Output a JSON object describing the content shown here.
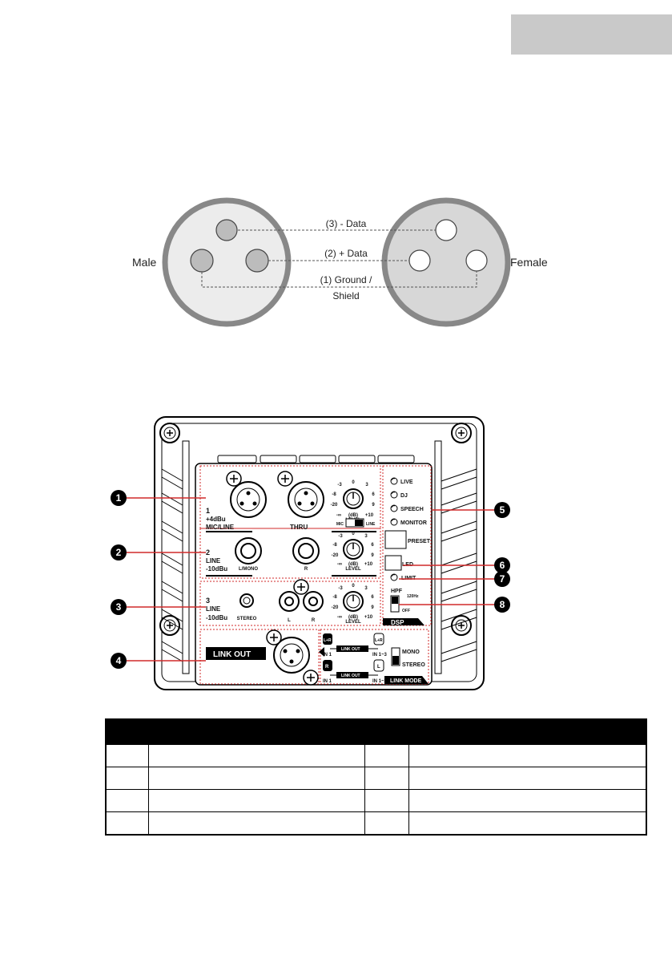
{
  "xlr_diagram": {
    "male_label": "Male",
    "female_label": "Female",
    "pin3_label": "(3) - Data",
    "pin2_label": "(2) + Data",
    "pin1_label_line1": "(1) Ground /",
    "pin1_label_line2": "Shield"
  },
  "panel": {
    "callouts": [
      "1",
      "2",
      "3",
      "4",
      "5",
      "6",
      "7",
      "8"
    ],
    "ch1": {
      "num": "1",
      "level": "+4dBu",
      "type": "MIC/LINE",
      "thru": "THRU",
      "switch_left": "MIC",
      "switch_right": "LINE"
    },
    "ch2": {
      "num": "2",
      "type": "LINE",
      "level": "-10dBu",
      "jack_l": "L/MONO",
      "jack_r": "R"
    },
    "ch3": {
      "num": "3",
      "type": "LINE",
      "level": "-10dBu",
      "jack_stereo": "STEREO",
      "rca_l": "L",
      "rca_r": "R"
    },
    "knob": {
      "level_label": "LEVEL",
      "db_label": "(dB)",
      "t_m3": "-3",
      "t_0": "0",
      "t_3": "3",
      "t_m8": "-8",
      "t_6": "6",
      "t_m20": "-20",
      "t_9": "9",
      "t_minf": "-∞",
      "t_10": "+10"
    },
    "dsp": {
      "live": "LIVE",
      "dj": "DJ",
      "speech": "SPEECH",
      "monitor": "MONITOR",
      "preset": "PRESET",
      "led": "LED",
      "limit": "LIMIT",
      "hpf": "HPF",
      "hpf_on": "120Hz",
      "hpf_off": "OFF",
      "title": "DSP"
    },
    "link": {
      "link_out": "LINK OUT",
      "lr": "L+R",
      "l": "L",
      "r": "R",
      "in1": "IN 1",
      "in13": "IN 1~3",
      "link_out_small": "LINK OUT",
      "mono": "MONO",
      "stereo": "STEREO",
      "link_mode": "LINK MODE"
    }
  },
  "table": {
    "rows": [
      [
        "",
        "",
        "",
        ""
      ],
      [
        "",
        "",
        "",
        ""
      ],
      [
        "",
        "",
        "",
        ""
      ],
      [
        "",
        "",
        "",
        ""
      ]
    ]
  }
}
